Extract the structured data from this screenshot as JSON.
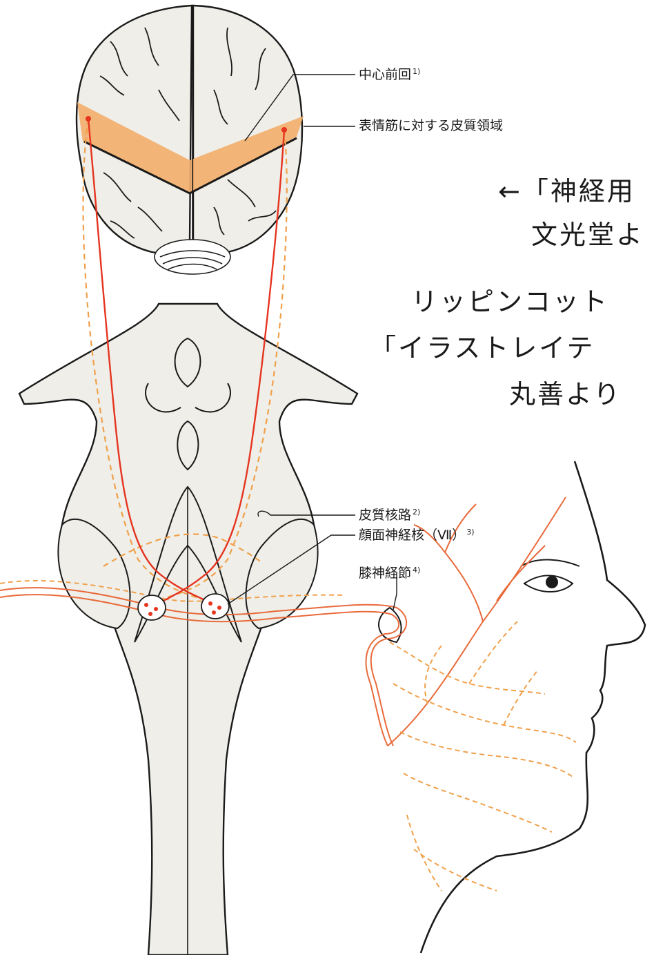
{
  "labels": {
    "precentral_gyrus": {
      "text": "中心前回",
      "note": "1)"
    },
    "cortical_area": {
      "text": "表情筋に対する皮質領域"
    },
    "corticobulbar_tract": {
      "text": "皮質核路",
      "note": "2)"
    },
    "facial_nucleus": {
      "text": "顔面神経核（Ⅶ）",
      "note": "3)"
    },
    "geniculate_ganglion": {
      "text": "膝神経節",
      "note": "4)"
    }
  },
  "captions": {
    "line1": "←「神経用",
    "line2": "文光堂よ",
    "line3": "リッピンコット",
    "line4": "「イラストレイテ",
    "line5": "丸善より"
  },
  "colors": {
    "tissue_fill": "#efeee8",
    "outline": "#1a1a1a",
    "cortical_band": "#f2ad6a",
    "contralateral_path": "#e5341f",
    "ipsilateral_path": "#f0a04a",
    "facial_nerve": "#e86a3a"
  }
}
